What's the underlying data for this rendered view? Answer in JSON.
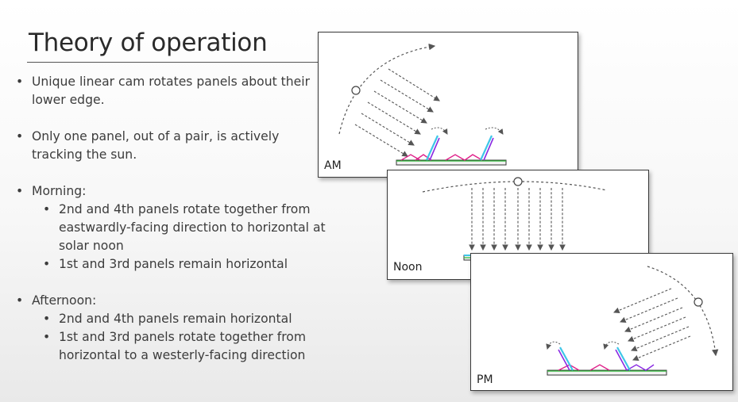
{
  "slide": {
    "title": "Theory of operation",
    "bullets": [
      "Unique linear cam rotates panels about their lower edge.",
      "Only one panel, out of a pair, is actively tracking the sun.",
      "Morning:",
      "Afternoon:"
    ],
    "morning_sub": [
      "2nd and 4th panels rotate together from eastwardly-facing direction to horizontal at solar noon",
      "1st and 3rd panels remain horizontal"
    ],
    "afternoon_sub": [
      "2nd and 4th panels remain horizontal",
      "1st and 3rd panels rotate together from horizontal to a westerly-facing direction"
    ]
  },
  "diagrams": {
    "am_label": "AM",
    "noon_label": "Noon",
    "pm_label": "PM"
  },
  "colors": {
    "panel_blue": "#3ec6e8",
    "panel_purple": "#8a2be2",
    "truss_magenta": "#e0218a",
    "base_green": "#2fbf3a",
    "sun_path": "#555555"
  }
}
